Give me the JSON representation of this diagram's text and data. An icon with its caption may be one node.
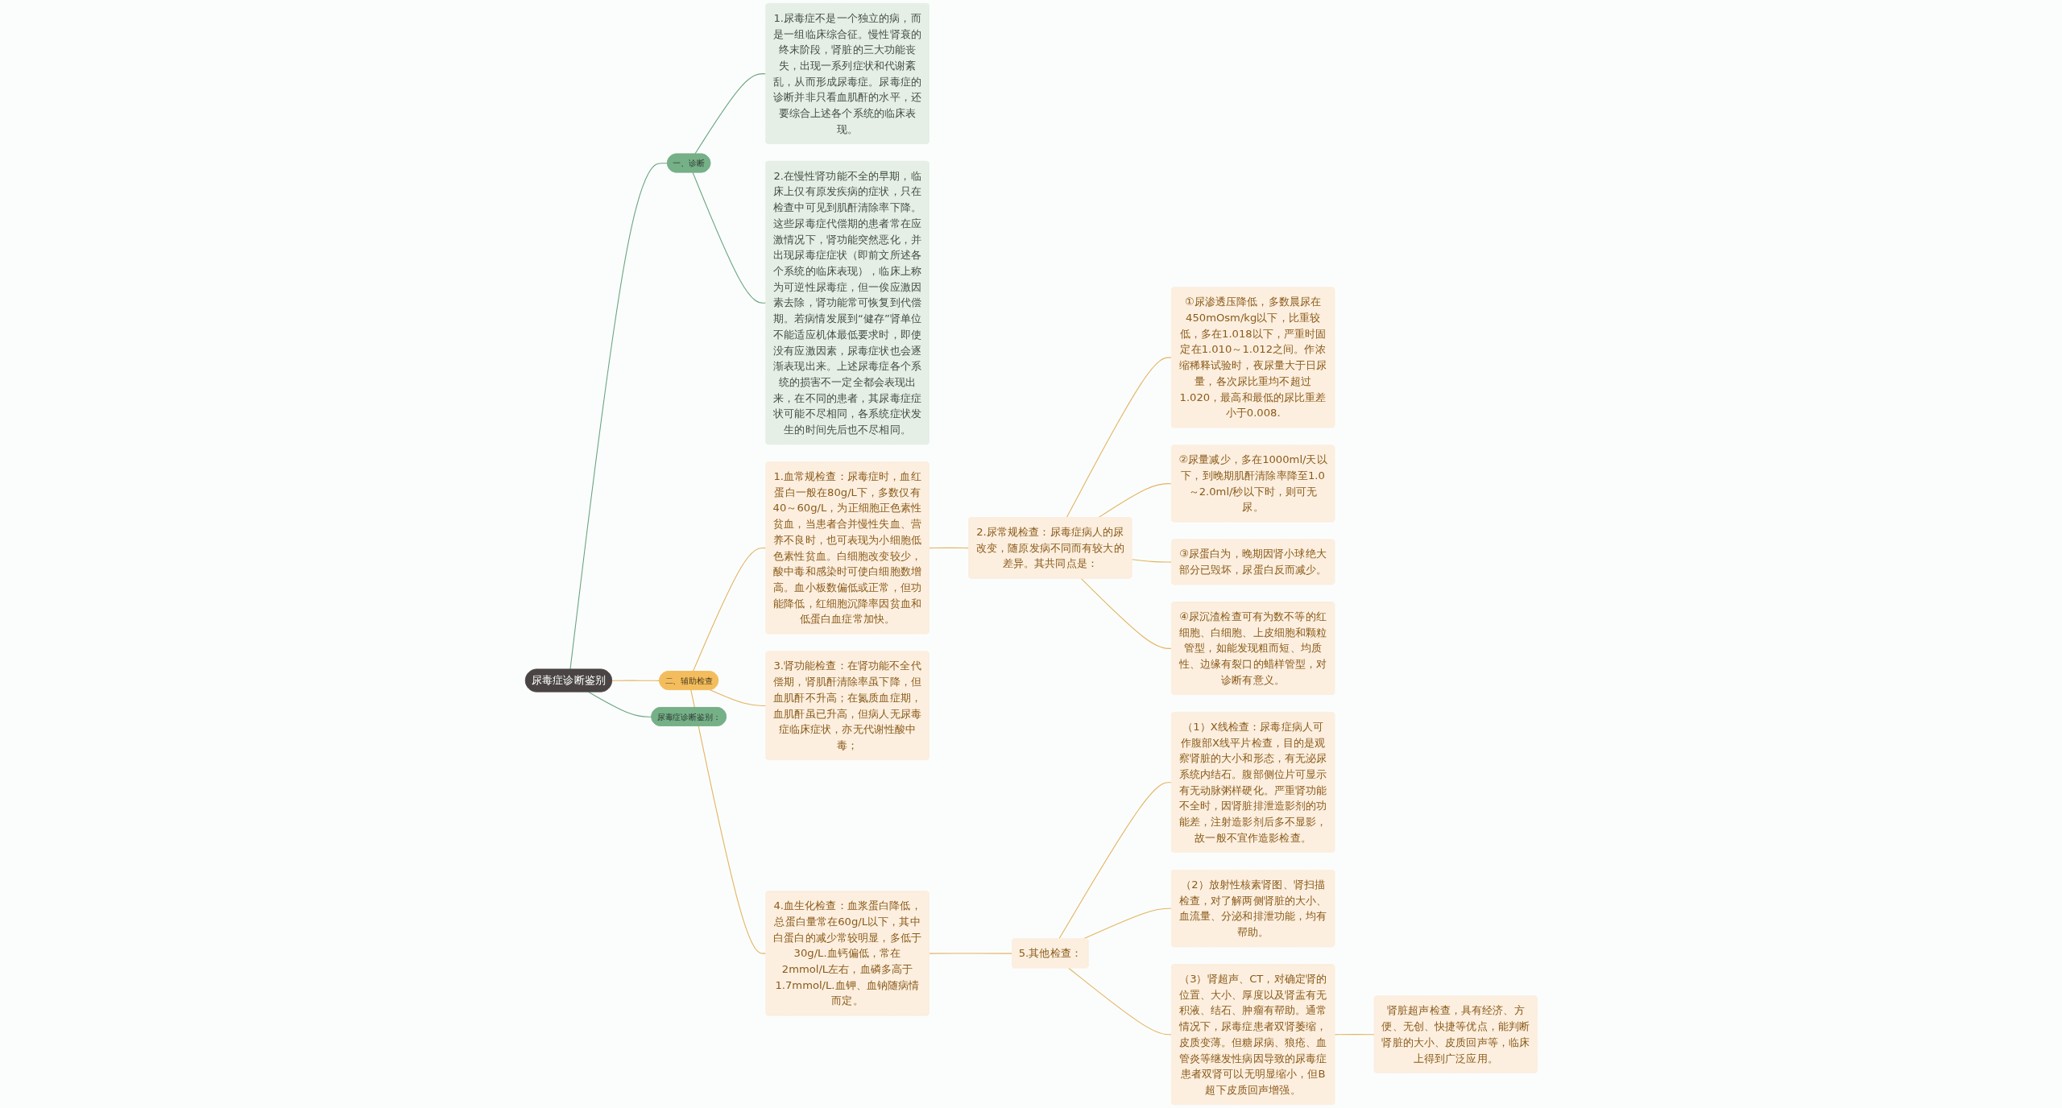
{
  "diagram": {
    "nodes": [
      {
        "text": [
          "尿毒症诊断鉴别"
        ]
      },
      {
        "text": [
          "尿毒症诊断鉴别："
        ]
      },
      {
        "text": [
          "一、诊断"
        ]
      },
      {
        "text": [
          "1.尿毒症不是一个独立的病，而是一组临床综合征。慢性肾衰的终末阶段，肾脏的三大功能丧失，出现一系列症状和代谢紊乱，从而形成尿毒症。尿毒症的诊断并非只看血肌酐的水平，还要综合上述各个系统的临床表现。"
        ]
      },
      {
        "text": [
          "2.在慢性肾功能不全的早期，临床上仅有原发疾病的症状，只在检查中可见到肌酐清除率下降。这些尿毒症代偿期的患者常在应激情况下，肾功能突然恶化，并出现尿毒症症状（即前文所述各个系统的临床表现），临床上称为可逆性尿毒症，但一俟应激因素去除，肾功能常可恢复到代偿期。若病情发展到“健存”肾单位不能适应机体最低要求时，即使没有应激因素，尿毒症状也会逐渐表现出来。上述尿毒症各个系统的损害不一定全都会表现出来，在不同的患者，其尿毒症症状可能不尽相同，各系统症状发生的时间先后也不尽相同。"
        ]
      },
      {
        "text": [
          "二、辅助检查"
        ]
      },
      {
        "text": [
          "1.血常规检查：尿毒症时，血红蛋白一般在80g/L下，多数仅有40～60g/L，为正细胞正色素性贫血，当患者合并慢性失血、营养不良时，也可表现为小细胞低色素性贫血。白细胞改变较少，酸中毒和感染时可使白细胞数增高。血小板数偏低或正常，但功能降低，红细胞沉降率因贫血和低蛋白血症常加快。"
        ]
      },
      {
        "text": [
          "2.尿常规检查：尿毒症病人的尿改变，随原发病不同而有较大的差异。其共同点是："
        ]
      },
      {
        "text": [
          "①尿渗透压降低，多数晨尿在450mOsm/kg以下，比重较低，多在1.018以下，严重时固定在1.010～1.012之间。作浓缩稀释试验时，夜尿量大于日尿量，各次尿比重均不超过1.020，最高和最低的尿比重差小于0.008."
        ]
      },
      {
        "text": [
          "②尿量减少，多在1000ml/天以下，到晚期肌酐清除率降至1.0～2.0ml/秒以下时，则可无尿。"
        ]
      },
      {
        "text": [
          "③尿蛋白为，晚期因肾小球绝大部分已毁坏，尿蛋白反而减少。"
        ]
      },
      {
        "text": [
          "④尿沉渣检查可有为数不等的红细胞、白细胞、上皮细胞和颗粒管型，如能发现粗而短、均质性、边缘有裂口的蜡样管型，对诊断有意义。"
        ]
      },
      {
        "text": [
          "3.肾功能检查：在肾功能不全代偿期，肾肌酐清除率虽下降，但血肌酐不升高；在氮质血症期，血肌酐虽已升高，但病人无尿毒症临床症状，亦无代谢性酸中毒；"
        ]
      },
      {
        "text": [
          "4.血生化检查：血浆蛋白降低，总蛋白量常在60g/L以下，其中白蛋白的减少常较明显，多低于30g/L.血钙偏低，常在2mmol/L左右，血磷多高于1.7mmol/L.血钾、血钠随病情而定。"
        ]
      },
      {
        "text": [
          "5.其他检查："
        ]
      },
      {
        "text": [
          "（1）X线检查：尿毒症病人可作腹部X线平片检查，目的是观察肾脏的大小和形态，有无泌尿系统内结石。腹部侧位片可显示有无动脉粥样硬化。严重肾功能不全时，因肾脏排泄造影剂的功能差，注射造影剂后多不显影，故一般不宜作造影检查。"
        ]
      },
      {
        "text": [
          "（2）放射性核素肾图、肾扫描检查，对了解两侧肾脏的大小、血流量、分泌和排泄功能，均有帮助。"
        ]
      },
      {
        "text": [
          "（3）肾超声、CT，对确定肾的位置、大小、厚度以及肾盂有无积液、结石、肿瘤有帮助。通常情况下，尿毒症患者双肾萎缩，皮质变薄。但糖尿病、狼疮、血管炎等继发性病因导致的尿毒症患者双肾可以无明显缩小，但B超下皮质回声增强。"
        ]
      },
      {
        "text": [
          "肾脏超声检查，具有经济、方便、无创、快捷等优点，能判断肾脏的大小、皮质回声等，临床上得到广泛应用。"
        ]
      }
    ],
    "edges": [
      {
        "from": 0,
        "to": 1,
        "arrow": "none",
        "color": "#6aa57e"
      },
      {
        "from": 0,
        "to": 2,
        "arrow": "none",
        "color": "#6aa57e"
      },
      {
        "from": 2,
        "to": 3,
        "arrow": "none",
        "color": "#6aa57e"
      },
      {
        "from": 2,
        "to": 4,
        "arrow": "none",
        "color": "#6aa57e"
      },
      {
        "from": 0,
        "to": 5,
        "arrow": "none"
      },
      {
        "from": 5,
        "to": 6,
        "arrow": "none"
      },
      {
        "from": 6,
        "to": 7,
        "arrow": "none"
      },
      {
        "from": 7,
        "to": 8,
        "arrow": "none"
      },
      {
        "from": 7,
        "to": 9,
        "arrow": "none"
      },
      {
        "from": 7,
        "to": 10,
        "arrow": "none"
      },
      {
        "from": 7,
        "to": 11,
        "arrow": "none"
      },
      {
        "from": 5,
        "to": 12,
        "arrow": "none"
      },
      {
        "from": 5,
        "to": 13,
        "arrow": "none"
      },
      {
        "from": 13,
        "to": 14,
        "arrow": "none"
      },
      {
        "from": 14,
        "to": 15,
        "arrow": "none"
      },
      {
        "from": 14,
        "to": 16,
        "arrow": "none"
      },
      {
        "from": 14,
        "to": 17,
        "arrow": "none"
      },
      {
        "from": 17,
        "to": 18,
        "arrow": "none"
      }
    ]
  }
}
